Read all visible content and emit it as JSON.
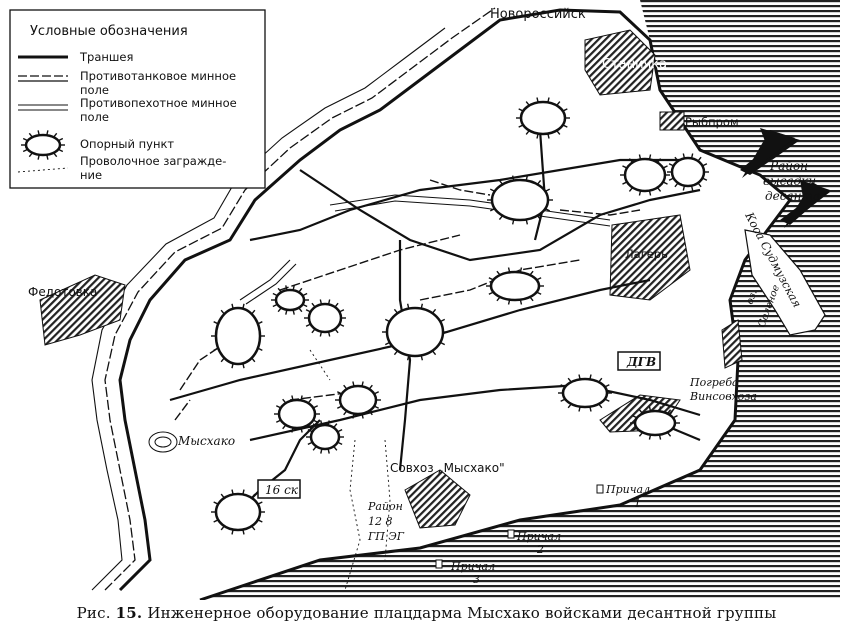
{
  "legend": {
    "title": "Условные обозначения",
    "items": [
      {
        "id": "trench",
        "label": [
          "Траншея"
        ]
      },
      {
        "id": "antitank",
        "label": [
          "Противотанковое минное",
          "поле"
        ]
      },
      {
        "id": "antipersonnel",
        "label": [
          "Противопехотное минное",
          "поле"
        ]
      },
      {
        "id": "strongpoint",
        "label": [
          "Опорный пункт"
        ]
      },
      {
        "id": "wire",
        "label": [
          "Проволочное загражде-",
          "ние"
        ]
      }
    ]
  },
  "places": {
    "novorossiysk": "Новороссийск",
    "stanichka": "Станичка",
    "rybprom": "Рыбпром",
    "lager": "Лагерь",
    "fedotovka": "Федотовка",
    "myskhako": "Мысхако",
    "sovkhoz": "Совхоз „Мысхако\"",
    "pogreba": [
      "Погреба",
      "Винсовхоза"
    ],
    "kosa": "Коса Судмузская",
    "ozero": [
      "оз.",
      "Соленое"
    ],
    "landing": [
      "Район",
      "высадки",
      "десанта"
    ],
    "gp_area": [
      "Район",
      "12 8",
      "ГП ЭГ"
    ]
  },
  "badges": {
    "dgv": "ДГВ",
    "sk16": "16 ск"
  },
  "piers": {
    "p1": [
      "Причал",
      "1"
    ],
    "p2": [
      "Причал",
      "2"
    ],
    "p3": [
      "Причал",
      "3"
    ]
  },
  "caption": {
    "prefix": "Рис.",
    "number": "15.",
    "text": "Инженерное оборудование плацдарма Мысхако войсками десантной группы"
  }
}
